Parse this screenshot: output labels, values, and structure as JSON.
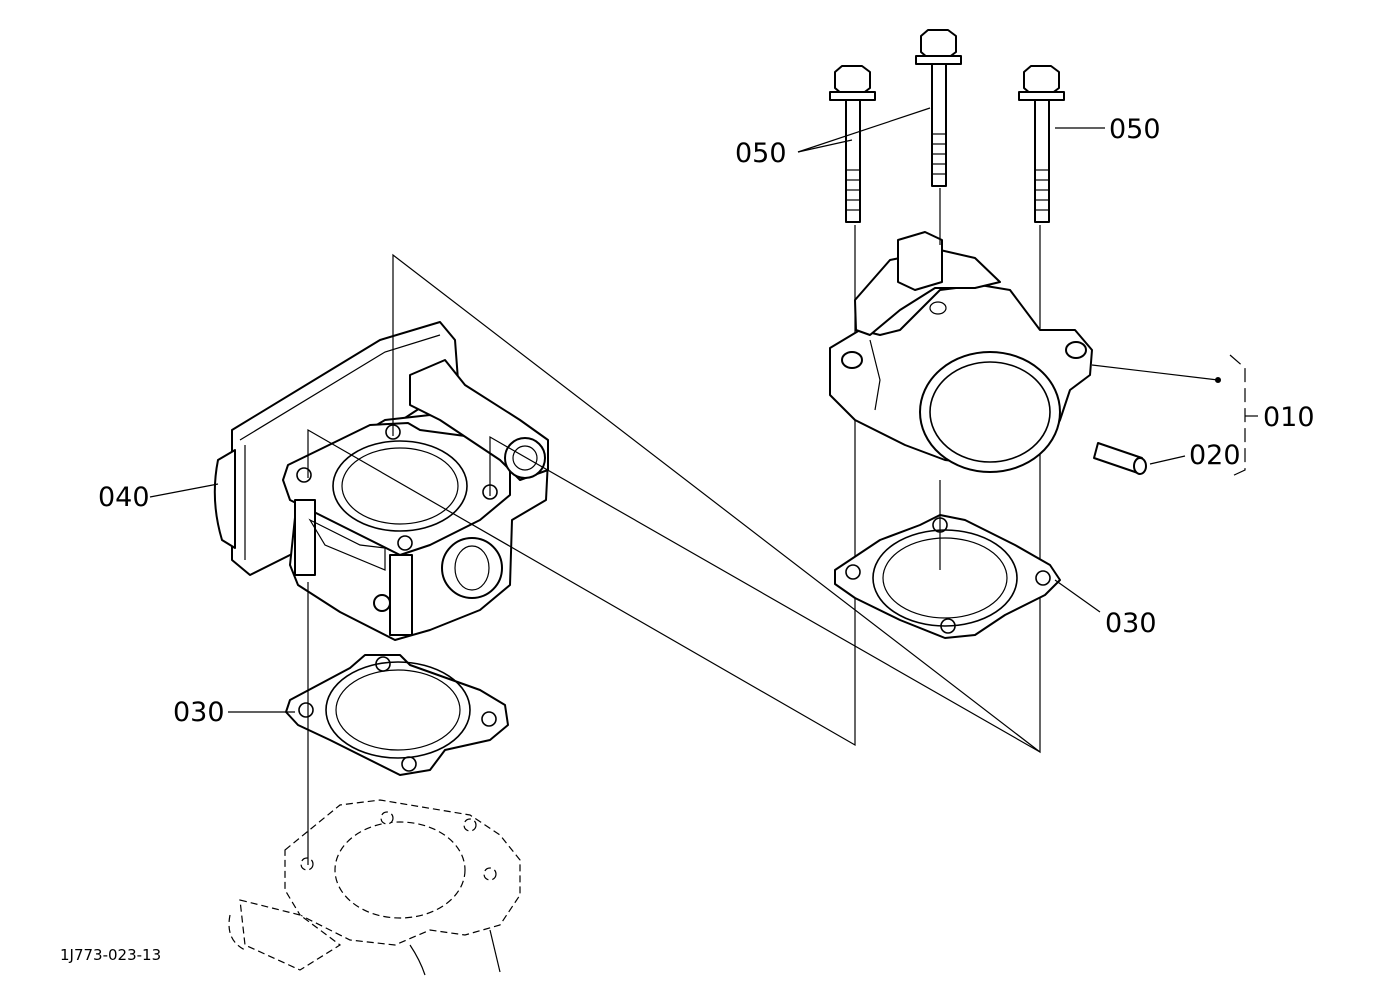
{
  "diagram_code": "1J773-023-13",
  "labels": {
    "bolt_left": "050",
    "bolt_right": "050",
    "assembly": "010",
    "pin": "020",
    "gasket_right": "030",
    "gasket_left": "030",
    "valve": "040"
  },
  "colors": {
    "line": "#000000",
    "background": "#ffffff"
  }
}
